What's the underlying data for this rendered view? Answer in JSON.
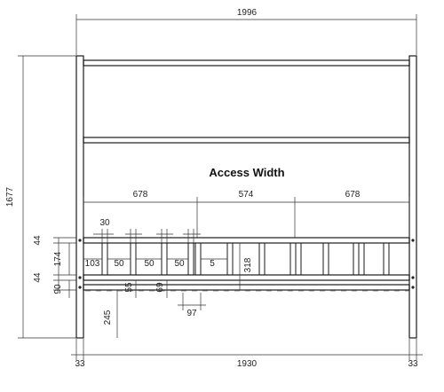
{
  "title": "Access Width",
  "dimensions": {
    "overall_width": "1996",
    "inner_width": "1930",
    "leg_left": "33",
    "leg_right": "33",
    "overall_height": "1677",
    "section_left": "678",
    "section_middle": "574",
    "section_right": "678",
    "slat_gap_top": "30",
    "rail_44_upper": "44",
    "rail_44_lower": "44",
    "height_174": "174",
    "height_90": "90",
    "clear_103": "103",
    "slat_50_a": "50",
    "slat_50_b": "50",
    "slat_50_c": "50",
    "slat_5": "5",
    "height_318": "318",
    "height_55": "55",
    "height_69": "69",
    "width_97": "97",
    "height_245": "245"
  }
}
